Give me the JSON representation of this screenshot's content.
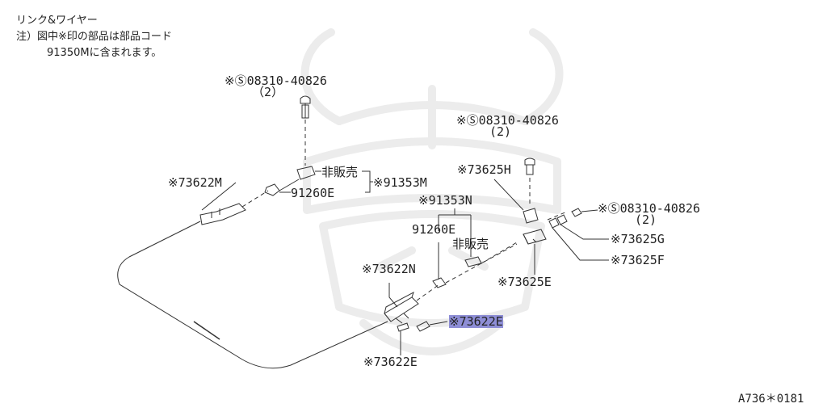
{
  "header": {
    "line1": "リンク&ワイヤー",
    "line2": "注）図中※印の部品は部品コード",
    "line3": "91350Mに含まれます。"
  },
  "labels": {
    "bolt_top": "※Ⓢ08310-40826",
    "bolt_top_qty": "（2）",
    "bolt_right1": "※Ⓢ08310-40826",
    "bolt_right1_qty": "(2)",
    "bolt_right2": "※Ⓢ08310-40826",
    "bolt_right2_qty": "(2)",
    "p73622M": "※73622M",
    "not_for_sale_1": "非販売",
    "p91353M": "※91353M",
    "p91260E_1": "91260E",
    "p73625H": "※73625H",
    "p91353N": "※91353N",
    "p91260E_2": "91260E",
    "not_for_sale_2": "非販売",
    "p73625G": "※73625G",
    "p73625F": "※73625F",
    "p73622N": "※73622N",
    "p73625E": "※73625E",
    "p73622E_selected": "※73622E",
    "p73622E_bottom": "※73622E",
    "figure_code": "A736＊0181"
  },
  "colors": {
    "line": "#333333",
    "highlight": "#8e8ed6",
    "watermark": "#ececec"
  }
}
